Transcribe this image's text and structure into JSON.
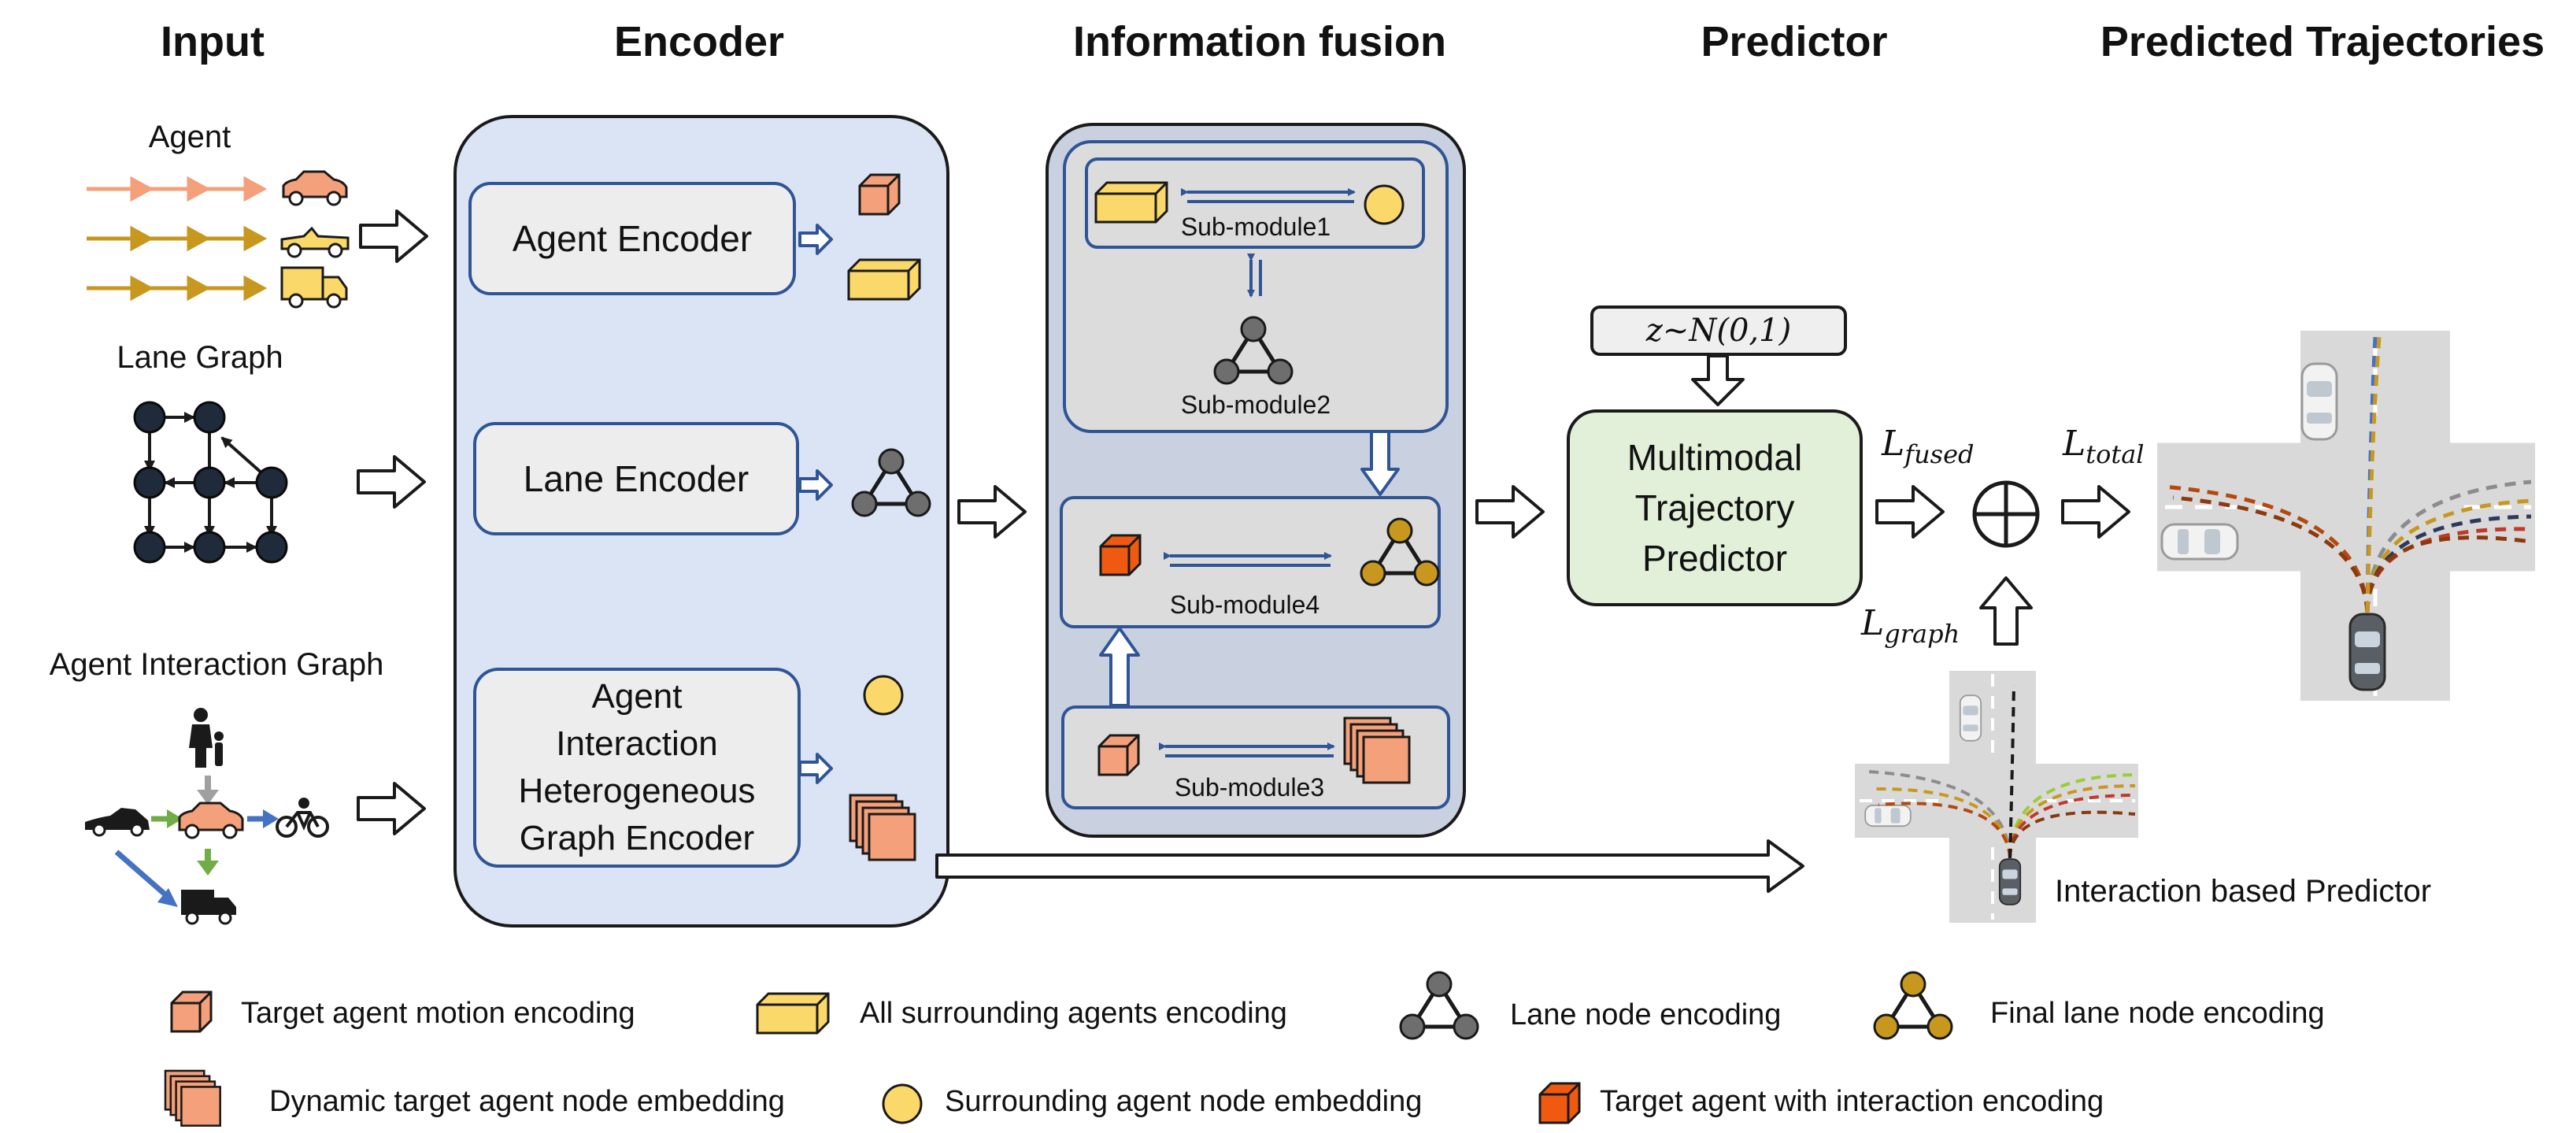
{
  "headers": {
    "input": "Input",
    "encoder": "Encoder",
    "fusion": "Information fusion",
    "predictor": "Predictor",
    "predicted": "Predicted Trajectories"
  },
  "inputs": {
    "agent": "Agent",
    "lane_graph": "Lane Graph",
    "interaction_graph": "Agent Interaction Graph"
  },
  "encoders": {
    "agent": "Agent Encoder",
    "lane": "Lane Encoder",
    "interaction": [
      "Agent",
      "Interaction",
      "Heterogeneous",
      "Graph Encoder"
    ]
  },
  "fusion": {
    "sub1": "Sub-module1",
    "sub2": "Sub-module2",
    "sub3": "Sub-module3",
    "sub4": "Sub-module4"
  },
  "predictor": {
    "noise": "z~N(0,1)",
    "box": [
      "Multimodal",
      "Trajectory",
      "Predictor"
    ],
    "interaction_predictor": "Interaction based Predictor"
  },
  "losses": {
    "fused_main": "L",
    "fused_sub": "fused",
    "total_main": "L",
    "total_sub": "total",
    "graph_main": "L",
    "graph_sub": "graph"
  },
  "legend": {
    "target_motion": "Target agent motion encoding",
    "surrounding_enc": "All surrounding agents encoding",
    "lane_node": "Lane node encoding",
    "final_lane_node": "Final lane node encoding",
    "dynamic_target": "Dynamic target agent node embedding",
    "surrounding_node": "Surrounding agent node embedding",
    "target_interaction": "Target agent with interaction encoding"
  },
  "colors": {
    "encoder_panel": "#dbe4f4",
    "fusion_panel": "#c9d1e0",
    "predictor_box": "#e2f0d9",
    "box_stroke": "#2f5597",
    "target_orange": "#f4a07a",
    "target_dark_orange": "#f05a10",
    "surrounding_yellow": "#fbd86a",
    "lane_grey": "#6e6e6e",
    "final_lane_gold": "#c8981e",
    "lane_node_dark": "#1f2a3a"
  }
}
